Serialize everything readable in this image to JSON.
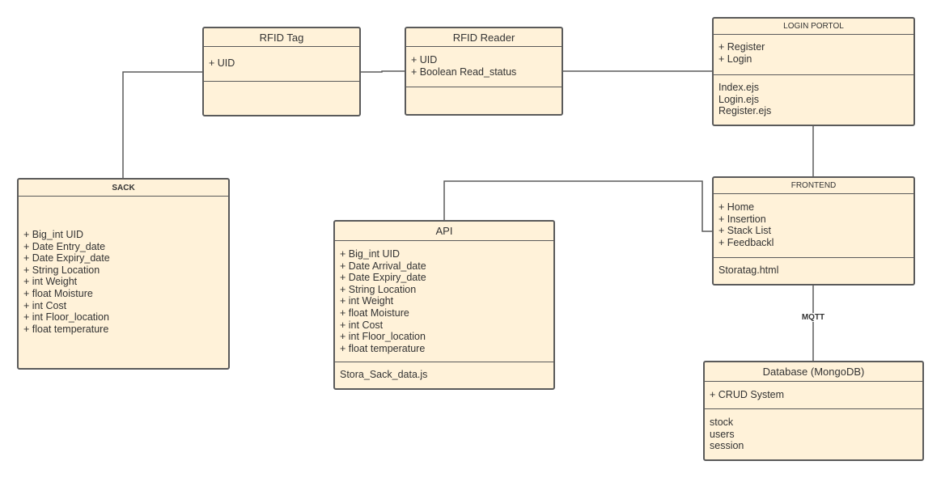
{
  "classes": {
    "rfid_tag": {
      "title": "RFID Tag",
      "attributes": [
        "+ UID"
      ],
      "methods": []
    },
    "rfid_reader": {
      "title": "RFID Reader",
      "attributes": [
        "+ UID",
        "+ Boolean Read_status"
      ],
      "methods": []
    },
    "login_portol": {
      "title": "LOGIN  PORTOL",
      "attributes": [
        "+ Register",
        "+ Login"
      ],
      "methods": [
        "Index.ejs",
        "Login.ejs",
        "Register.ejs"
      ]
    },
    "sack": {
      "title": "SACK",
      "attributes": [
        "+ Big_int UID",
        "+ Date Entry_date",
        "+ Date Expiry_date",
        "+ String Location",
        "+ int Weight",
        "+ float Moisture",
        "+ int Cost",
        "+ int Floor_location",
        "+ float temperature"
      ]
    },
    "api": {
      "title": "API",
      "attributes": [
        "+ Big_int UID",
        "+ Date Arrival_date",
        "+ Date Expiry_date",
        "+ String Location",
        "+ int Weight",
        "+ float Moisture",
        "+ int Cost",
        "+ int Floor_location",
        "+ float temperature"
      ],
      "methods": [
        "Stora_Sack_data.js"
      ]
    },
    "frontend": {
      "title": "FRONTEND",
      "attributes": [
        "+ Home",
        "+ Insertion",
        "+ Stack List",
        "+ Feedbackl"
      ],
      "methods": [
        "Storatag.html"
      ]
    },
    "database": {
      "title": "Database (MongoDB)",
      "attributes": [
        "+ CRUD System"
      ],
      "methods": [
        "stock",
        "users",
        "session"
      ]
    }
  },
  "connector_label": "MQTT",
  "colors": {
    "class_fill": "#fff2d9",
    "border": "#5a5a5a",
    "line": "#5a5a5a",
    "text": "#333333"
  }
}
